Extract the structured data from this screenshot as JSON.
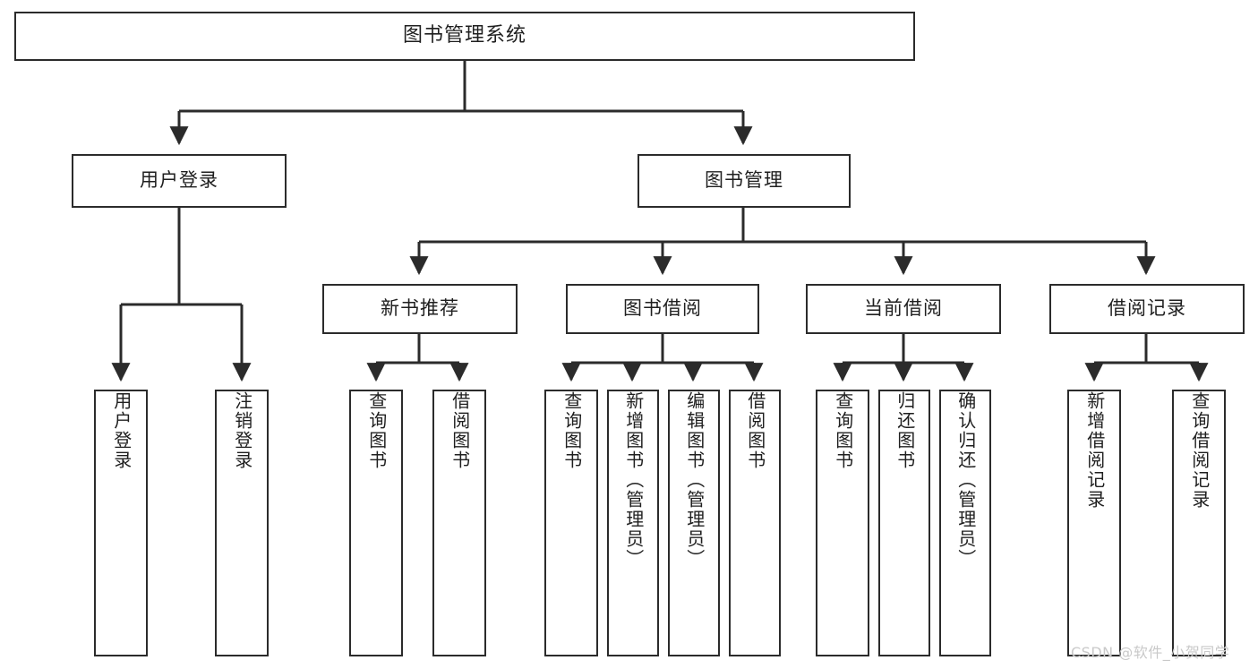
{
  "diagram": {
    "title": "图书管理系统",
    "watermark": "CSDN @软件_小贺同学",
    "stroke_color": "#2b2b2b",
    "background_color": "#ffffff",
    "text_color": "#1f1f1f",
    "watermark_color": "#c9c9c9"
  },
  "nodes": {
    "root": {
      "label": "图书管理系统"
    },
    "level2": [
      {
        "id": "user-login",
        "label": "用户登录"
      },
      {
        "id": "book-management",
        "label": "图书管理"
      }
    ],
    "level3": [
      {
        "id": "new-book-recommend",
        "label": "新书推荐"
      },
      {
        "id": "book-borrow",
        "label": "图书借阅"
      },
      {
        "id": "current-borrow",
        "label": "当前借阅"
      },
      {
        "id": "borrow-record",
        "label": "借阅记录"
      }
    ],
    "leaves": {
      "user-login": [
        {
          "id": "leaf-user-login",
          "label": "用户登录"
        },
        {
          "id": "leaf-logout",
          "label": "注销登录"
        }
      ],
      "new-book-recommend": [
        {
          "id": "leaf-query-book-1",
          "label": "查询图书"
        },
        {
          "id": "leaf-borrow-book-1",
          "label": "借阅图书"
        }
      ],
      "book-borrow": [
        {
          "id": "leaf-query-book-2",
          "label": "查询图书"
        },
        {
          "id": "leaf-add-book",
          "label": "新增图书（管理员）"
        },
        {
          "id": "leaf-edit-book",
          "label": "编辑图书（管理员）"
        },
        {
          "id": "leaf-borrow-book-2",
          "label": "借阅图书"
        }
      ],
      "current-borrow": [
        {
          "id": "leaf-query-book-3",
          "label": "查询图书"
        },
        {
          "id": "leaf-return-book",
          "label": "归还图书"
        },
        {
          "id": "leaf-confirm-return",
          "label": "确认归还（管理员）"
        }
      ],
      "borrow-record": [
        {
          "id": "leaf-add-record",
          "label": "新增借阅记录"
        },
        {
          "id": "leaf-query-record",
          "label": "查询借阅记录"
        }
      ]
    }
  }
}
